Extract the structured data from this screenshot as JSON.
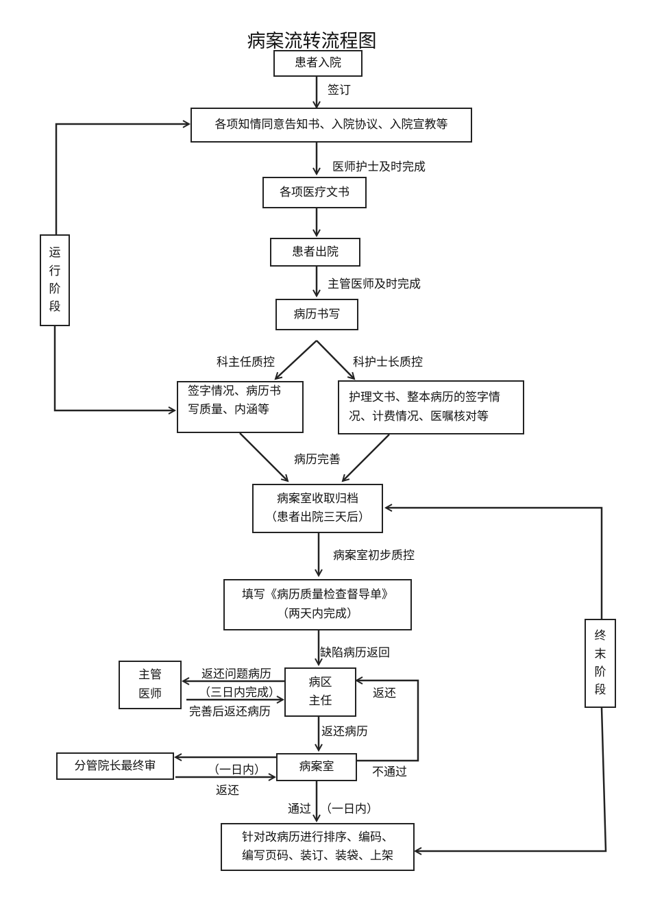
{
  "title": "病案流转流程图",
  "nodes": {
    "admission": "患者入院",
    "consent": "各项知情同意告知书、入院协议、入院宣教等",
    "medical_docs": "各项医疗文书",
    "discharge": "患者出院",
    "record_writing": "病历书写",
    "qc_doctor": [
      "签字情况、病历书",
      "写质量、内涵等"
    ],
    "qc_nurse": [
      "护理文书、整本病历的签字情",
      "况、计费情况、医嘱核对等"
    ],
    "archive": [
      "病案室收取归档",
      "（患者出院三天后）"
    ],
    "checklist": [
      "填写《病历质量检查督导单》",
      "（两天内完成）"
    ],
    "ward_director": [
      "病区",
      "主任"
    ],
    "attending": [
      "主管",
      "医师"
    ],
    "records_room": "病案室",
    "vp_review": "分管院长最终审",
    "final": [
      "针对改病历进行排序、编码、",
      "编写页码、装订、装袋、上架"
    ]
  },
  "stages": {
    "running": [
      "运",
      "行",
      "阶",
      "段"
    ],
    "final": [
      "终",
      "末",
      "阶",
      "段"
    ]
  },
  "edge_labels": {
    "sign": "签订",
    "doc_nurse": "医师护士及时完成",
    "attending_complete": "主管医师及时完成",
    "dept_director_qc": "科主任质控",
    "head_nurse_qc": "科护士长质控",
    "record_improve": "病历完善",
    "room_initial_qc": "病案室初步质控",
    "defect_return": "缺陷病历返回",
    "return_problem": "返还问题病历",
    "three_days": "（三日内完成）",
    "return_after": "完善后返还病历",
    "return_right": "返还",
    "return_record": "返还病历",
    "one_day_left": "（一日内）",
    "return_bottom": "返还",
    "not_pass": "不通过",
    "pass": "通过",
    "one_day_bottom": "（一日内）"
  }
}
